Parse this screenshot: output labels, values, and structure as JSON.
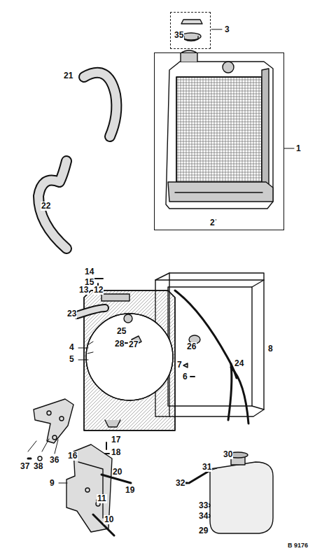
{
  "diagram": {
    "nodes": [
      {
        "text": [
          "35"
        ]
      },
      {
        "text": [
          "2"
        ]
      }
    ],
    "labels": [
      "3",
      "1",
      "21",
      "22",
      "14",
      "15",
      "13",
      "12",
      "23",
      "25",
      "4",
      "28",
      "27",
      "5",
      "26",
      "8",
      "7",
      "6",
      "24",
      "17",
      "18",
      "16",
      "20",
      "19",
      "9",
      "11",
      "10",
      "37",
      "38",
      "36",
      "30",
      "31",
      "32",
      "33",
      "34",
      "29",
      "B 9176"
    ]
  }
}
